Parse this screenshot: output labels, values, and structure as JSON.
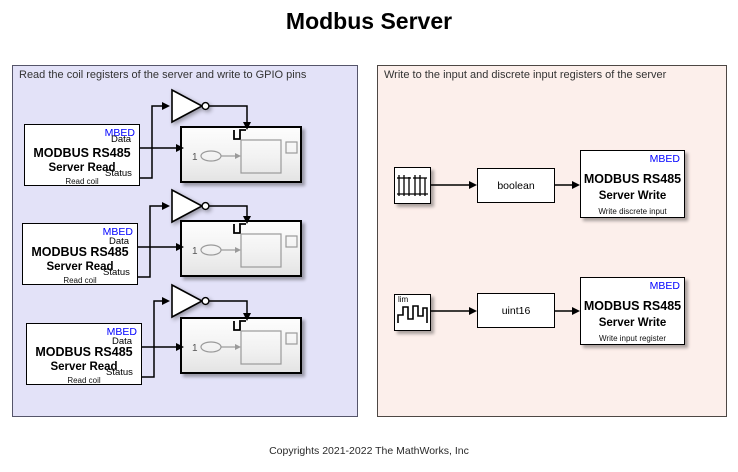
{
  "page": {
    "title": "Modbus Server",
    "copyright": "Copyrights 2021-2022 The MathWorks, Inc",
    "background": "#ffffff"
  },
  "colors": {
    "left_panel_fill": "#e3e2f8",
    "right_panel_fill": "#fcefeb",
    "panel_border": "#4a4a5a",
    "mbed_label": "#0000ff",
    "wire": "#000000"
  },
  "panels": [
    {
      "id": "left",
      "caption": "Read the coil registers of the server and write to GPIO pins",
      "fill": "#e3e2f8"
    },
    {
      "id": "right",
      "caption": "Write to the input and discrete input registers of the server",
      "fill": "#fcefeb"
    }
  ],
  "left_panel": {
    "read_blocks": [
      {
        "vendor": "MBED",
        "line1": "MODBUS RS485",
        "line2": "Server Read",
        "line3": "Read coil",
        "ports": {
          "out1": "Data",
          "out2": "Status"
        }
      },
      {
        "vendor": "MBED",
        "line1": "MODBUS RS485",
        "line2": "Server Read",
        "line3": "Read coil",
        "ports": {
          "out1": "Data",
          "out2": "Status"
        }
      },
      {
        "vendor": "MBED",
        "line1": "MODBUS RS485",
        "line2": "Server Read",
        "line3": "Read coil",
        "ports": {
          "out1": "Data",
          "out2": "Status"
        }
      }
    ],
    "not_gates": [
      {
        "name": "not-gate-1"
      },
      {
        "name": "not-gate-2"
      },
      {
        "name": "not-gate-3"
      }
    ],
    "triggered_subsystems": [
      {
        "inport_label": "1",
        "trigger": "rising-edge"
      },
      {
        "inport_label": "1",
        "trigger": "rising-edge"
      },
      {
        "inport_label": "1",
        "trigger": "rising-edge"
      }
    ]
  },
  "right_panel": {
    "rows": [
      {
        "source": {
          "icon": "pulse-source-icon",
          "label": ""
        },
        "conversion": {
          "label": "boolean"
        },
        "write_block": {
          "vendor": "MBED",
          "line1": "MODBUS RS485",
          "line2": "Server Write",
          "line3": "Write discrete input"
        }
      },
      {
        "source": {
          "icon": "repeating-stair-source-icon",
          "label": "lim"
        },
        "conversion": {
          "label": "uint16"
        },
        "write_block": {
          "vendor": "MBED",
          "line1": "MODBUS RS485",
          "line2": "Server Write",
          "line3": "Write input register"
        }
      }
    ]
  }
}
